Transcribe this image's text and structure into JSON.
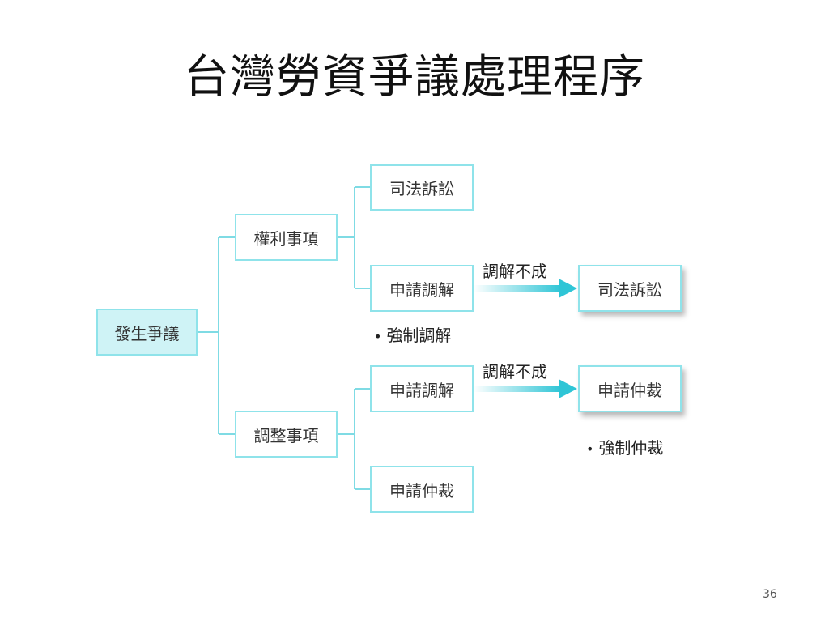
{
  "title": "台灣勞資爭議處理程序",
  "page_number": "36",
  "nodes": {
    "root": "發生爭議",
    "rights": "權利事項",
    "adjustment": "調整事項",
    "rights_lawsuit": "司法訴訟",
    "rights_mediation": "申請調解",
    "adj_mediation": "申請調解",
    "adj_arbitration": "申請仲裁",
    "rights_result": "司法訴訟",
    "adj_result": "申請仲裁"
  },
  "arrow_labels": {
    "rights": "調解不成",
    "adjustment": "調解不成"
  },
  "notes": {
    "bullet": "•",
    "forced_mediation": "強制調解",
    "forced_arbitration": "強制仲裁"
  },
  "colors": {
    "border": "#8fe3ea",
    "root_fill": "#cff3f6",
    "arrow": "#2ec5d6"
  }
}
